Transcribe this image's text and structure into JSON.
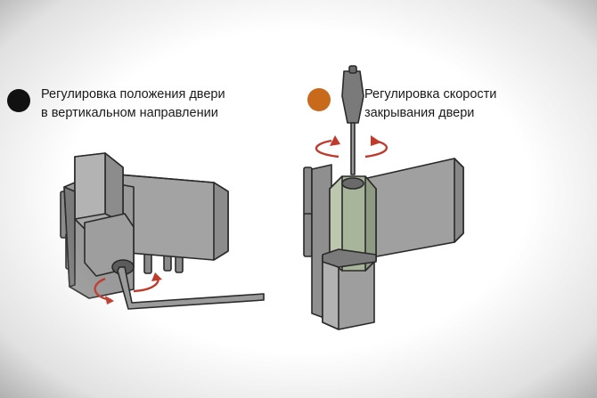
{
  "left_panel": {
    "line1": "Регулировка положения двери",
    "line2": "в вертикальном направлении",
    "marker_color": "#111111",
    "icon": "hex-key-icon"
  },
  "right_panel": {
    "line1": "Регулировка скорости",
    "line2": "закрывания двери",
    "marker_color": "#c8691c",
    "icon": "screwdriver-icon"
  },
  "colors": {
    "hinge_fill": "#9e9e9e",
    "hinge_dark": "#6f6f6f",
    "hinge_light": "#b9b9b9",
    "outline": "#2a2a2a",
    "arrow_red": "#c0392b",
    "cylinder_green": "#a9b59a"
  }
}
